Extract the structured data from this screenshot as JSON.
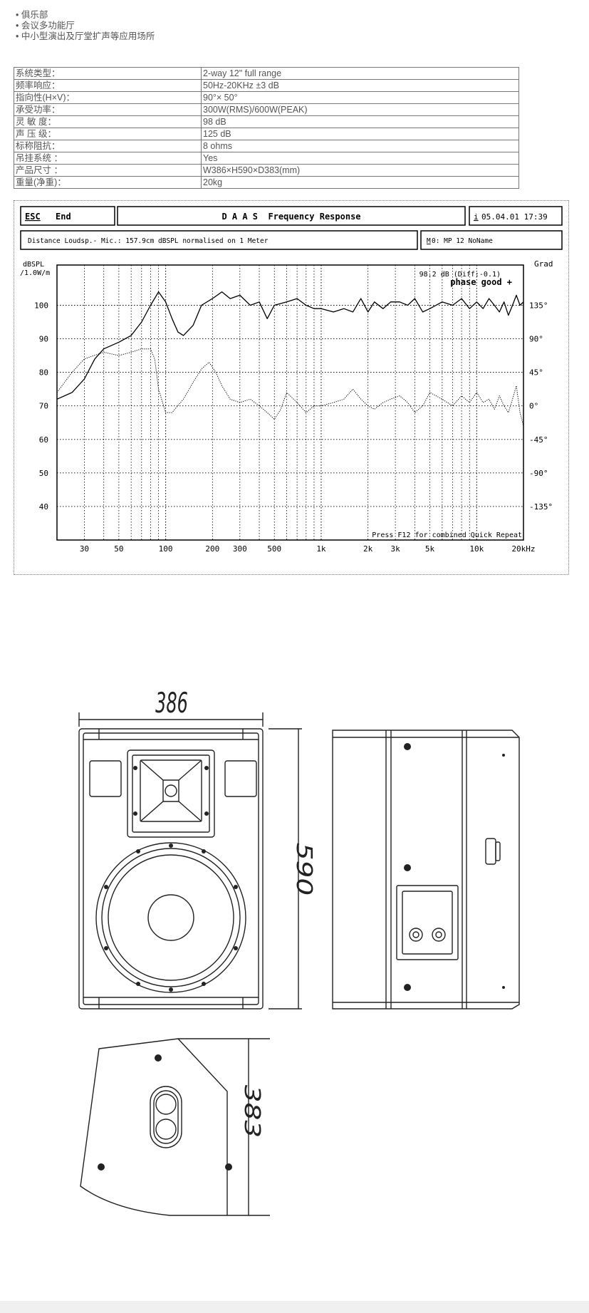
{
  "applications": [
    "俱乐部",
    "会议多功能厅",
    "中小型演出及厅堂扩声等应用场所"
  ],
  "specs": [
    {
      "label": "系统类型：",
      "value": "2-way 12\" full range"
    },
    {
      "label": "频率响应：",
      "value": "50Hz-20KHz ±3 dB"
    },
    {
      "label": "指向性(H×V)：",
      "value": "90°× 50°"
    },
    {
      "label": "承受功率：",
      "value": "300W(RMS)/600W(PEAK)"
    },
    {
      "label": "灵 敏 度：",
      "value": "98 dB"
    },
    {
      "label": "声 压 级：",
      "value": "125 dB"
    },
    {
      "label": "标称阻抗：",
      "value": "8 ohms"
    },
    {
      "label": "吊挂系统 ：",
      "value": "Yes"
    },
    {
      "label": "产品尺寸 ：",
      "value": "W386×H590×D383(mm)"
    },
    {
      "label": "重量(净重)：",
      "value": "20kg"
    }
  ],
  "chart_header": {
    "esc_label": "ESC",
    "end_label": "End",
    "title": "D A A S  Frequency Response",
    "info_key": "i",
    "datetime": "05.04.01 17:39",
    "subtitle": "Distance Loudsp.- Mic.: 157.9cm dBSPL normalised on 1 Meter",
    "mode_key": "M",
    "mode_text": "0: MP 12 NoName"
  },
  "chart_data": {
    "type": "line",
    "title": "D A A S  Frequency Response",
    "ylabel_line1": "dBSPL",
    "ylabel_line2": "/1.0W/m",
    "y2label": "Grad",
    "xscale": "log",
    "xlim": [
      20,
      20000
    ],
    "ylim": [
      30,
      112
    ],
    "x_ticks": [
      {
        "v": 30,
        "l": "30"
      },
      {
        "v": 50,
        "l": "50"
      },
      {
        "v": 100,
        "l": "100"
      },
      {
        "v": 200,
        "l": "200"
      },
      {
        "v": 300,
        "l": "300"
      },
      {
        "v": 500,
        "l": "500"
      },
      {
        "v": 1000,
        "l": "1k"
      },
      {
        "v": 2000,
        "l": "2k"
      },
      {
        "v": 3000,
        "l": "3k"
      },
      {
        "v": 5000,
        "l": "5k"
      },
      {
        "v": 10000,
        "l": "10k"
      },
      {
        "v": 20000,
        "l": "20kHz"
      }
    ],
    "y_ticks": [
      40,
      50,
      60,
      70,
      80,
      90,
      100
    ],
    "y2_ticks": [
      {
        "v": 100,
        "l": "135°"
      },
      {
        "v": 90,
        "l": "90°"
      },
      {
        "v": 80,
        "l": "45°"
      },
      {
        "v": 70,
        "l": "0°"
      },
      {
        "v": 60,
        "l": "-45°"
      },
      {
        "v": 50,
        "l": "-90°"
      },
      {
        "v": 40,
        "l": "-135°"
      }
    ],
    "annotation_value": "98.2 dB (Diff:-0.1)",
    "annotation_phase": "phase good +",
    "footer_text": "Press F12 for combined Quick Repeat",
    "series": [
      {
        "style": "solid",
        "points": [
          [
            20,
            72
          ],
          [
            25,
            74
          ],
          [
            30,
            78
          ],
          [
            35,
            84
          ],
          [
            40,
            87
          ],
          [
            50,
            89
          ],
          [
            60,
            91
          ],
          [
            70,
            95
          ],
          [
            80,
            100
          ],
          [
            90,
            104
          ],
          [
            100,
            101
          ],
          [
            110,
            96
          ],
          [
            120,
            92
          ],
          [
            130,
            91
          ],
          [
            150,
            94
          ],
          [
            170,
            100
          ],
          [
            200,
            102
          ],
          [
            230,
            104
          ],
          [
            260,
            102
          ],
          [
            300,
            103
          ],
          [
            350,
            100
          ],
          [
            400,
            101
          ],
          [
            450,
            96
          ],
          [
            500,
            100
          ],
          [
            600,
            101
          ],
          [
            700,
            102
          ],
          [
            800,
            100
          ],
          [
            900,
            99
          ],
          [
            1000,
            99
          ],
          [
            1200,
            98
          ],
          [
            1400,
            99
          ],
          [
            1600,
            98
          ],
          [
            1800,
            102
          ],
          [
            2000,
            98
          ],
          [
            2200,
            101
          ],
          [
            2500,
            99
          ],
          [
            2800,
            101
          ],
          [
            3200,
            101
          ],
          [
            3600,
            100
          ],
          [
            4000,
            102
          ],
          [
            4500,
            98
          ],
          [
            5000,
            99
          ],
          [
            6000,
            101
          ],
          [
            7000,
            100
          ],
          [
            8000,
            102
          ],
          [
            9000,
            99
          ],
          [
            10000,
            101
          ],
          [
            11000,
            99
          ],
          [
            12000,
            102
          ],
          [
            13000,
            100
          ],
          [
            14000,
            98
          ],
          [
            15000,
            101
          ],
          [
            16000,
            97
          ],
          [
            17000,
            100
          ],
          [
            18000,
            103
          ],
          [
            19000,
            100
          ],
          [
            20000,
            101
          ]
        ]
      },
      {
        "style": "dotted",
        "points": [
          [
            20,
            74
          ],
          [
            25,
            80
          ],
          [
            30,
            84
          ],
          [
            40,
            86
          ],
          [
            50,
            85
          ],
          [
            60,
            86
          ],
          [
            70,
            87
          ],
          [
            80,
            87
          ],
          [
            85,
            84
          ],
          [
            90,
            75
          ],
          [
            100,
            68
          ],
          [
            110,
            68
          ],
          [
            130,
            72
          ],
          [
            150,
            77
          ],
          [
            170,
            81
          ],
          [
            190,
            83
          ],
          [
            210,
            80
          ],
          [
            230,
            76
          ],
          [
            260,
            72
          ],
          [
            300,
            71
          ],
          [
            350,
            72
          ],
          [
            400,
            70
          ],
          [
            450,
            68
          ],
          [
            500,
            66
          ],
          [
            550,
            69
          ],
          [
            600,
            74
          ],
          [
            700,
            71
          ],
          [
            800,
            68
          ],
          [
            900,
            70
          ],
          [
            1000,
            70
          ],
          [
            1200,
            71
          ],
          [
            1400,
            72
          ],
          [
            1600,
            75
          ],
          [
            1800,
            72
          ],
          [
            2000,
            70
          ],
          [
            2200,
            69
          ],
          [
            2500,
            71
          ],
          [
            2800,
            72
          ],
          [
            3200,
            73
          ],
          [
            3600,
            71
          ],
          [
            4000,
            68
          ],
          [
            4500,
            70
          ],
          [
            5000,
            74
          ],
          [
            6000,
            72
          ],
          [
            7000,
            70
          ],
          [
            8000,
            73
          ],
          [
            9000,
            71
          ],
          [
            10000,
            74
          ],
          [
            11000,
            71
          ],
          [
            12000,
            72
          ],
          [
            13000,
            69
          ],
          [
            14000,
            73
          ],
          [
            15000,
            70
          ],
          [
            16000,
            68
          ],
          [
            17000,
            72
          ],
          [
            18000,
            76
          ],
          [
            19000,
            68
          ],
          [
            20000,
            64
          ]
        ]
      }
    ]
  },
  "drawing_dimensions": {
    "width": "386",
    "height": "590",
    "depth": "383"
  }
}
